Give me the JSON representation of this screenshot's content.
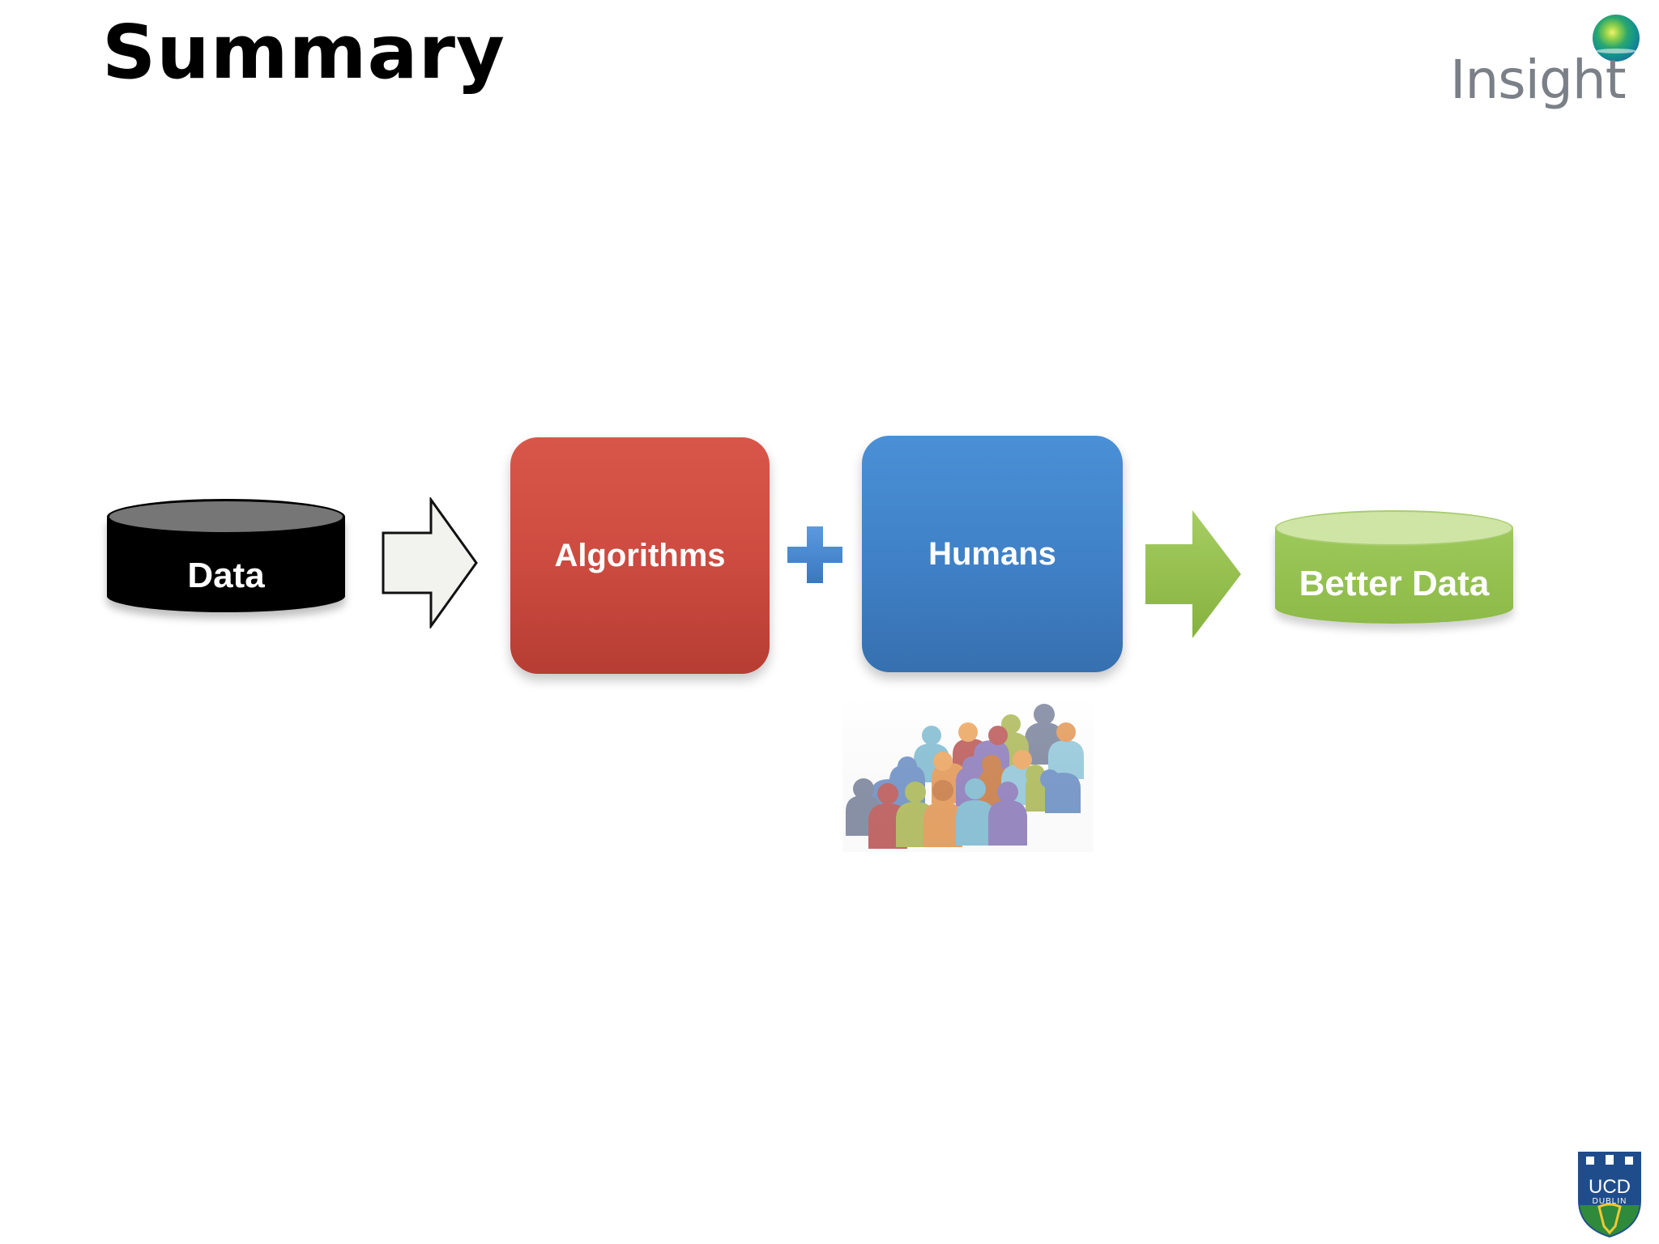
{
  "slide": {
    "title": "Summary"
  },
  "logo": {
    "text": "Insight",
    "text_color": "#7b8088"
  },
  "diagram": {
    "nodes": [
      {
        "id": "data",
        "label": "Data",
        "shape": "cylinder",
        "color": "#000000"
      },
      {
        "id": "algorithms",
        "label": "Algorithms",
        "shape": "rounded-rectangle",
        "color": "#cc4a3f"
      },
      {
        "id": "humans",
        "label": "Humans",
        "shape": "rounded-rectangle",
        "color": "#3f80c6"
      },
      {
        "id": "better_data",
        "label": "Better Data",
        "shape": "cylinder",
        "color": "#8dba48"
      }
    ],
    "connectors": [
      {
        "from": "data",
        "to": "algorithms",
        "type": "arrow",
        "style": "outline-white"
      },
      {
        "from": "algorithms",
        "to": "humans",
        "type": "plus",
        "color": "#3f80c6"
      },
      {
        "from": "humans",
        "to": "better_data",
        "type": "arrow",
        "style": "filled-green"
      }
    ]
  },
  "footer": {
    "crest_text": "UCD",
    "crest_subtext": "DUBLIN"
  }
}
